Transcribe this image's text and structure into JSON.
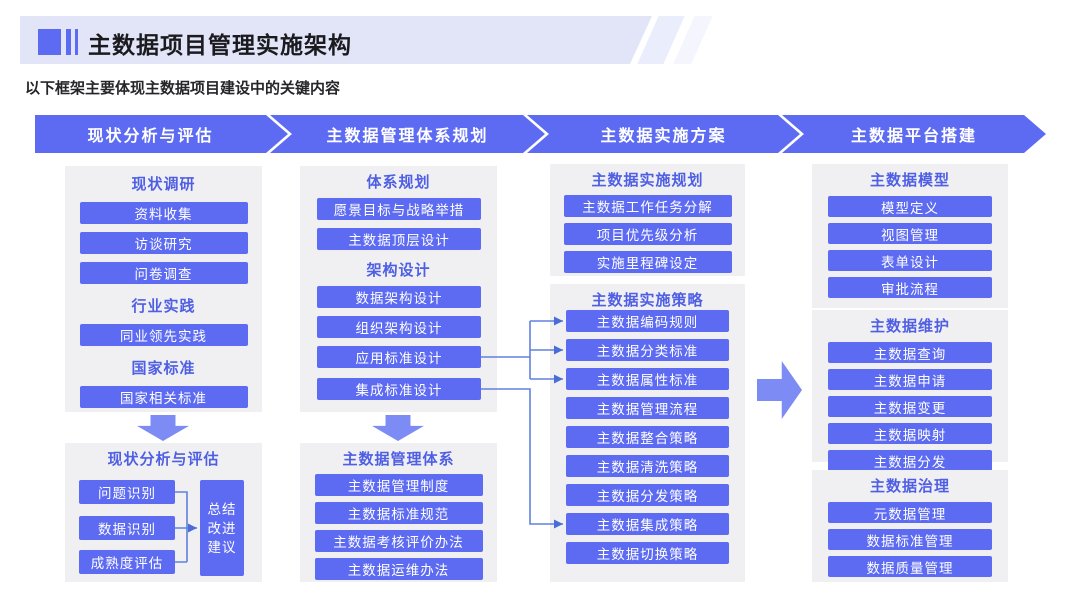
{
  "title": {
    "text": "主数据项目管理实施架构"
  },
  "subtitle": "以下框架主要体现主数据项目建设中的关键内容",
  "stages": [
    "现状分析与评估",
    "主数据管理体系规划",
    "主数据实施方案",
    "主数据平台搭建"
  ],
  "col1": {
    "research": {
      "heading": "现状调研",
      "items": [
        "资料收集",
        "访谈研究",
        "问卷调查"
      ]
    },
    "industry": {
      "heading": "行业实践",
      "items": [
        "同业领先实践"
      ]
    },
    "national": {
      "heading": "国家标准",
      "items": [
        "国家相关标准"
      ]
    },
    "assessment": {
      "heading": "现状分析与评估",
      "steps": [
        "问题识别",
        "数据识别",
        "成熟度评估"
      ],
      "result": "总结\n改进\n建议"
    }
  },
  "col2": {
    "system_planning": {
      "heading": "体系规划",
      "items": [
        "愿景目标与战略举措",
        "主数据顶层设计"
      ]
    },
    "arch_design": {
      "heading": "架构设计",
      "items": [
        "数据架构设计",
        "组织架构设计",
        "应用标准设计",
        "集成标准设计"
      ]
    },
    "mgmt_system": {
      "heading": "主数据管理体系",
      "items": [
        "主数据管理制度",
        "主数据标准规范",
        "主数据考核评价办法",
        "主数据运维办法"
      ]
    }
  },
  "col3": {
    "impl_planning": {
      "heading": "主数据实施规划",
      "items": [
        "主数据工作任务分解",
        "项目优先级分析",
        "实施里程碑设定"
      ]
    },
    "impl_strategy": {
      "heading": "主数据实施策略",
      "items": [
        "主数据编码规则",
        "主数据分类标准",
        "主数据属性标准",
        "主数据管理流程",
        "主数据整合策略",
        "主数据清洗策略",
        "主数据分发策略",
        "主数据集成策略",
        "主数据切换策略"
      ]
    }
  },
  "col4": {
    "model": {
      "heading": "主数据模型",
      "items": [
        "模型定义",
        "视图管理",
        "表单设计",
        "审批流程"
      ]
    },
    "maintenance": {
      "heading": "主数据维护",
      "items": [
        "主数据查询",
        "主数据申请",
        "主数据变更",
        "主数据映射",
        "主数据分发"
      ]
    },
    "governance": {
      "heading": "主数据治理",
      "items": [
        "元数据管理",
        "数据标准管理",
        "数据质量管理"
      ]
    }
  },
  "colors": {
    "accent": "#5d6bf2",
    "flow_arrow": "#7d8bf4",
    "panel_bg": "#f0f0f3",
    "heading_text": "#4f5fe4",
    "connector": "#6080e0",
    "title_bar_bg": "#e2e5f8"
  }
}
